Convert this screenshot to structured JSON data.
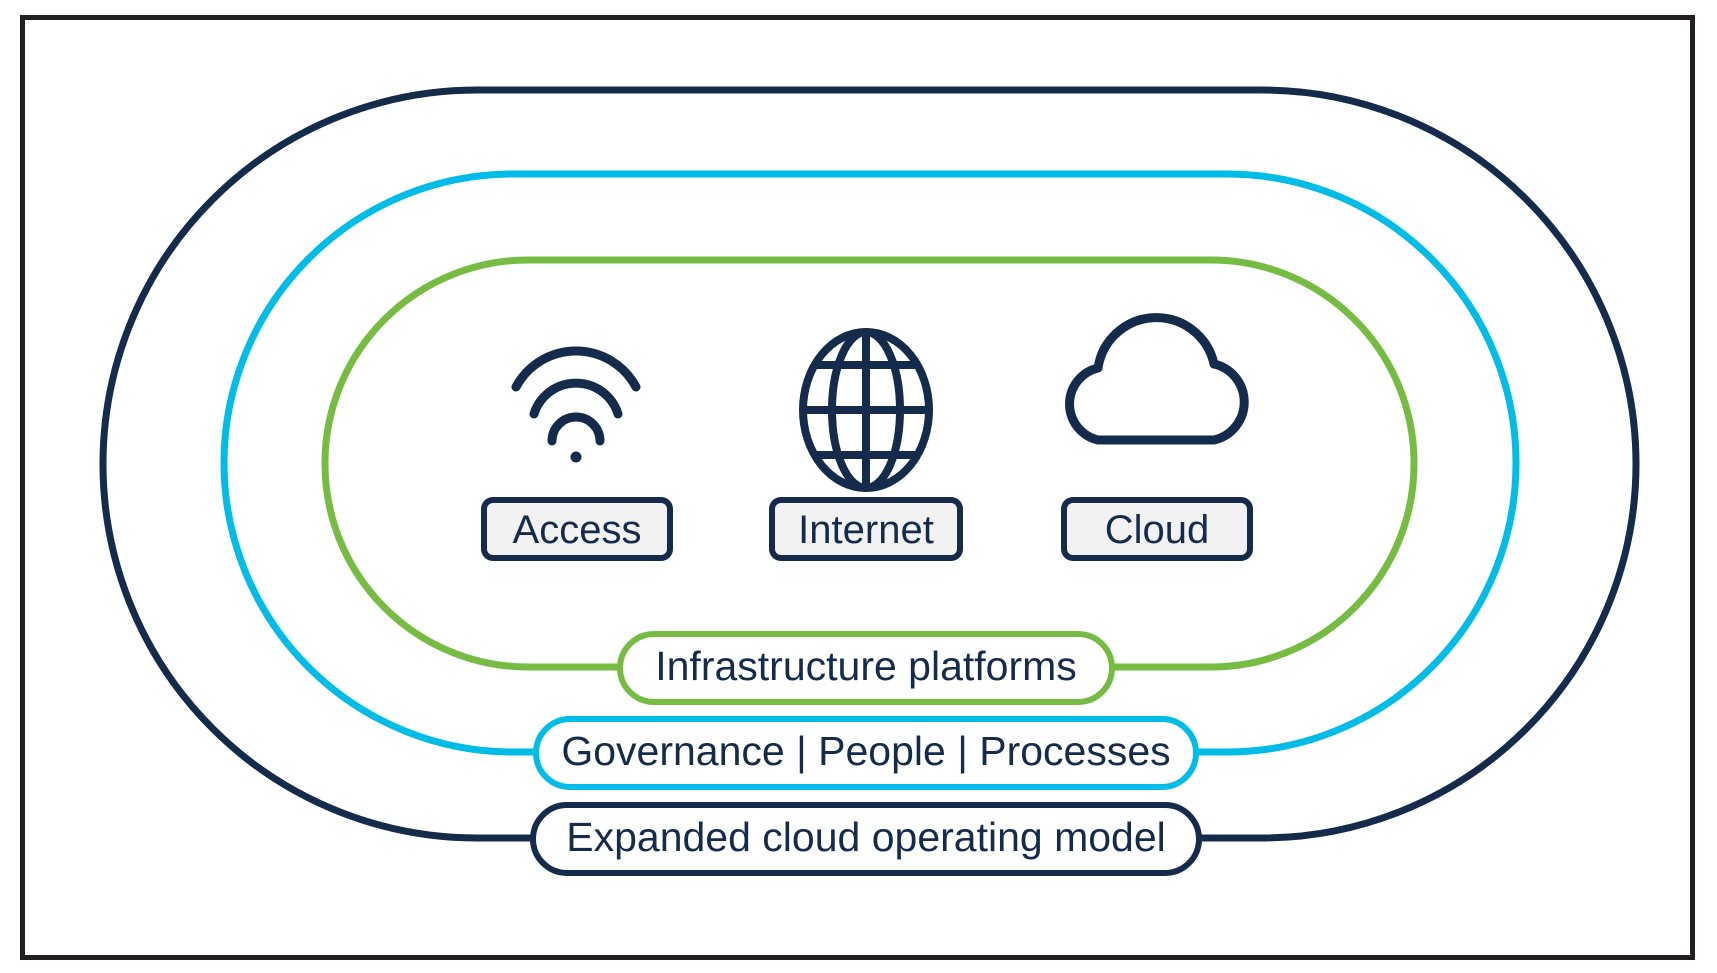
{
  "diagram": {
    "title": "Expanded cloud operating model rings diagram",
    "frame": {
      "border_color": "#231f20"
    },
    "colors": {
      "navy": "#142b4c",
      "cyan": "#00bce7",
      "green": "#76bc43",
      "pill_fill": "#f2f2f2",
      "pill_white": "#ffffff",
      "text": "#142b4c",
      "background": "#ffffff"
    },
    "rings": [
      {
        "name": "outer-ring",
        "color_key": "navy",
        "color": "#142b4c",
        "label_key": "expanded-cloud-operating-model"
      },
      {
        "name": "middle-ring",
        "color_key": "cyan",
        "color": "#00bce7",
        "label_key": "governance-people-processes"
      },
      {
        "name": "inner-ring",
        "color_key": "green",
        "color": "#76bc43",
        "label_key": "infrastructure-platforms"
      }
    ],
    "nodes": [
      {
        "id": "access",
        "icon": "wifi-icon",
        "label": "Access"
      },
      {
        "id": "internet",
        "icon": "globe-icon",
        "label": "Internet"
      },
      {
        "id": "cloud",
        "icon": "cloud-icon",
        "label": "Cloud"
      }
    ],
    "bands": [
      {
        "id": "infrastructure-platforms",
        "label": "Infrastructure platforms",
        "border_color": "#76bc43"
      },
      {
        "id": "governance-people-processes",
        "label": "Governance | People | Processes",
        "border_color": "#00bce7"
      },
      {
        "id": "expanded-cloud-operating-model",
        "label": "Expanded cloud operating model",
        "border_color": "#142b4c"
      }
    ]
  }
}
